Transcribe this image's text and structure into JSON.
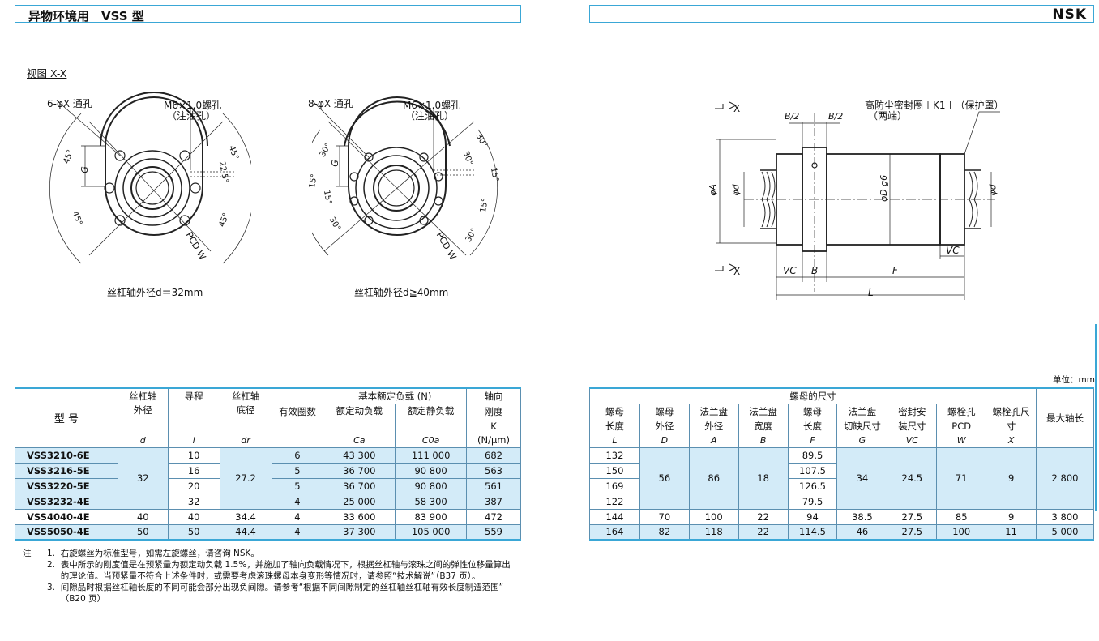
{
  "header": {
    "title_left": "异物环境用　VSS 型",
    "brand": "NSK"
  },
  "view_label": "视图 X-X",
  "drawing_left": {
    "caption": "丝杠轴外径d＝32mm",
    "hole_label": "6-φX 通孔",
    "oil_label": "M6×1.0螺孔",
    "oil_sub": "（注油孔）",
    "angles": [
      "45°",
      "45°",
      "45°",
      "45°",
      "22.5°"
    ],
    "g": "G",
    "pcd": "PCD W"
  },
  "drawing_mid": {
    "caption": "丝杠轴外径d≧40mm",
    "hole_label": "8-φX 通孔",
    "oil_label": "M6×1.0螺孔",
    "oil_sub": "（注油孔）",
    "angles": [
      "30°",
      "30°",
      "15°",
      "15°",
      "30°",
      "30°",
      "15°",
      "15°",
      "30°"
    ],
    "g": "G",
    "pcd": "PCD W"
  },
  "drawing_right": {
    "seal_label": "高防尘密封圈＋K1＋（保护罩）",
    "seal_sub": "（两端）",
    "b2a": "B/2",
    "b2b": "B/2",
    "x_top": "X",
    "x_bot": "X",
    "phiA": "φA",
    "phid1": "φd",
    "phid2": "φd",
    "phiD": "φD g6",
    "vc_r": "VC",
    "vc_l": "VC",
    "b": "B",
    "f": "F",
    "l": "L"
  },
  "unit_note": "单位：mm",
  "left_table": {
    "head": {
      "model": "型 号",
      "shaft_od": [
        "丝杠轴",
        "外径",
        "d"
      ],
      "lead": [
        "导程",
        "l"
      ],
      "root": [
        "丝杠轴",
        "底径",
        "dr"
      ],
      "turns": "有效圈数",
      "rated": "基本额定负载 (N)",
      "dyn": [
        "额定动负载",
        "Ca"
      ],
      "stat": [
        "额定静负载",
        "C0a"
      ],
      "stiff": [
        "轴向",
        "刚度",
        "K",
        "(N/μm)"
      ]
    },
    "rows": [
      {
        "model": "VSS3210-6E",
        "d": "32",
        "l": "10",
        "dr": "27.2",
        "turns": "6",
        "ca": "43 300",
        "c0a": "111 000",
        "k": "682"
      },
      {
        "model": "VSS3216-5E",
        "l": "16",
        "turns": "5",
        "ca": "36 700",
        "c0a": "90 800",
        "k": "563"
      },
      {
        "model": "VSS3220-5E",
        "l": "20",
        "turns": "5",
        "ca": "36 700",
        "c0a": "90 800",
        "k": "561"
      },
      {
        "model": "VSS3232-4E",
        "l": "32",
        "turns": "4",
        "ca": "25 000",
        "c0a": "58 300",
        "k": "387"
      },
      {
        "model": "VSS4040-4E",
        "d": "40",
        "l": "40",
        "dr": "34.4",
        "turns": "4",
        "ca": "33 600",
        "c0a": "83 900",
        "k": "472"
      },
      {
        "model": "VSS5050-4E",
        "d": "50",
        "l": "50",
        "dr": "44.4",
        "turns": "4",
        "ca": "37 300",
        "c0a": "105 000",
        "k": "559"
      }
    ]
  },
  "right_table": {
    "group": "螺母的尺寸",
    "cols": [
      [
        "螺母",
        "长度",
        "L"
      ],
      [
        "螺母",
        "外径",
        "D"
      ],
      [
        "法兰盘",
        "外径",
        "A"
      ],
      [
        "法兰盘",
        "宽度",
        "B"
      ],
      [
        "螺母",
        "长度",
        "F"
      ],
      [
        "法兰盘",
        "切缺尺寸",
        "G"
      ],
      [
        "密封安",
        "装尺寸",
        "VC"
      ],
      [
        "螺栓孔",
        "PCD",
        "W"
      ],
      [
        "螺栓孔尺寸",
        "",
        "X"
      ]
    ],
    "max_len": "最大轴长",
    "rows": [
      {
        "L": "132",
        "D": "56",
        "A": "86",
        "B": "18",
        "F": "89.5",
        "G": "34",
        "VC": "24.5",
        "W": "71",
        "X": "9",
        "max": "2 800"
      },
      {
        "L": "150",
        "F": "107.5"
      },
      {
        "L": "169",
        "F": "126.5"
      },
      {
        "L": "122",
        "F": "79.5"
      },
      {
        "L": "144",
        "D": "70",
        "A": "100",
        "B": "22",
        "F": "94",
        "G": "38.5",
        "VC": "27.5",
        "W": "85",
        "X": "9",
        "max": "3 800"
      },
      {
        "L": "164",
        "D": "82",
        "A": "118",
        "B": "22",
        "F": "114.5",
        "G": "46",
        "VC": "27.5",
        "W": "100",
        "X": "11",
        "max": "5 000"
      }
    ]
  },
  "notes": {
    "prefix": "注",
    "items": [
      "1.  右旋螺丝为标准型号，如需左旋螺丝，请咨询 NSK。",
      "2.  表中所示的刚度值是在预紧量为额定动负载 1.5%，并施加了轴向负载情况下，根据丝杠轴与滚珠之间的弹性位移量算出",
      "     的理论值。当预紧量不符合上述条件时，或需要考虑滚珠螺母本身变形等情况时，请参照“技术解说”（B37 页）。",
      "3.  间隙品时根据丝杠轴长度的不同可能会部分出现负间隙。请参考“根据不同间隙制定的丝杠轴丝杠轴有效长度制造范围”",
      "     （B20 页）"
    ]
  }
}
